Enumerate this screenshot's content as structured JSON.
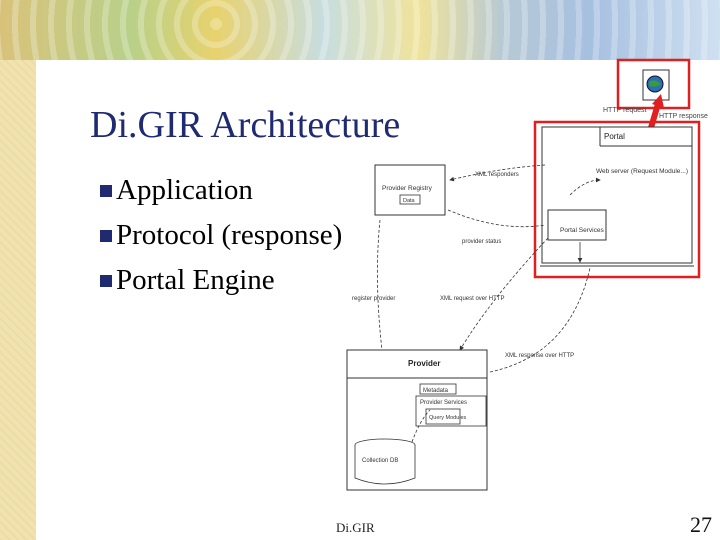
{
  "slide": {
    "title": "Di.GIR Architecture",
    "bullets": [
      "Application",
      "Protocol (response)",
      "Portal Engine"
    ],
    "footer": "Di.GIR",
    "page_number": "27"
  },
  "diagram": {
    "http_request": "HTTP request",
    "http_response": "HTTP response",
    "portal": "Portal",
    "portal_modules": "Web server (Request Module...)",
    "portal_services": "Portal Services",
    "provider_registry": "Provider Registry",
    "registry_data": "Data",
    "xml_responders": "XML responders",
    "provider_status": "provider status",
    "register_provider": "register provider",
    "xml_request_http": "XML request over HTTP",
    "xml_response_http": "XML response over HTTP",
    "provider": "Provider",
    "metadata": "Metadata",
    "provider_services": "Provider Services",
    "query_modules": "Query Modules",
    "collection_db": "Collection DB"
  },
  "colors": {
    "title": "#1f2a70",
    "highlight": "#e02020"
  }
}
